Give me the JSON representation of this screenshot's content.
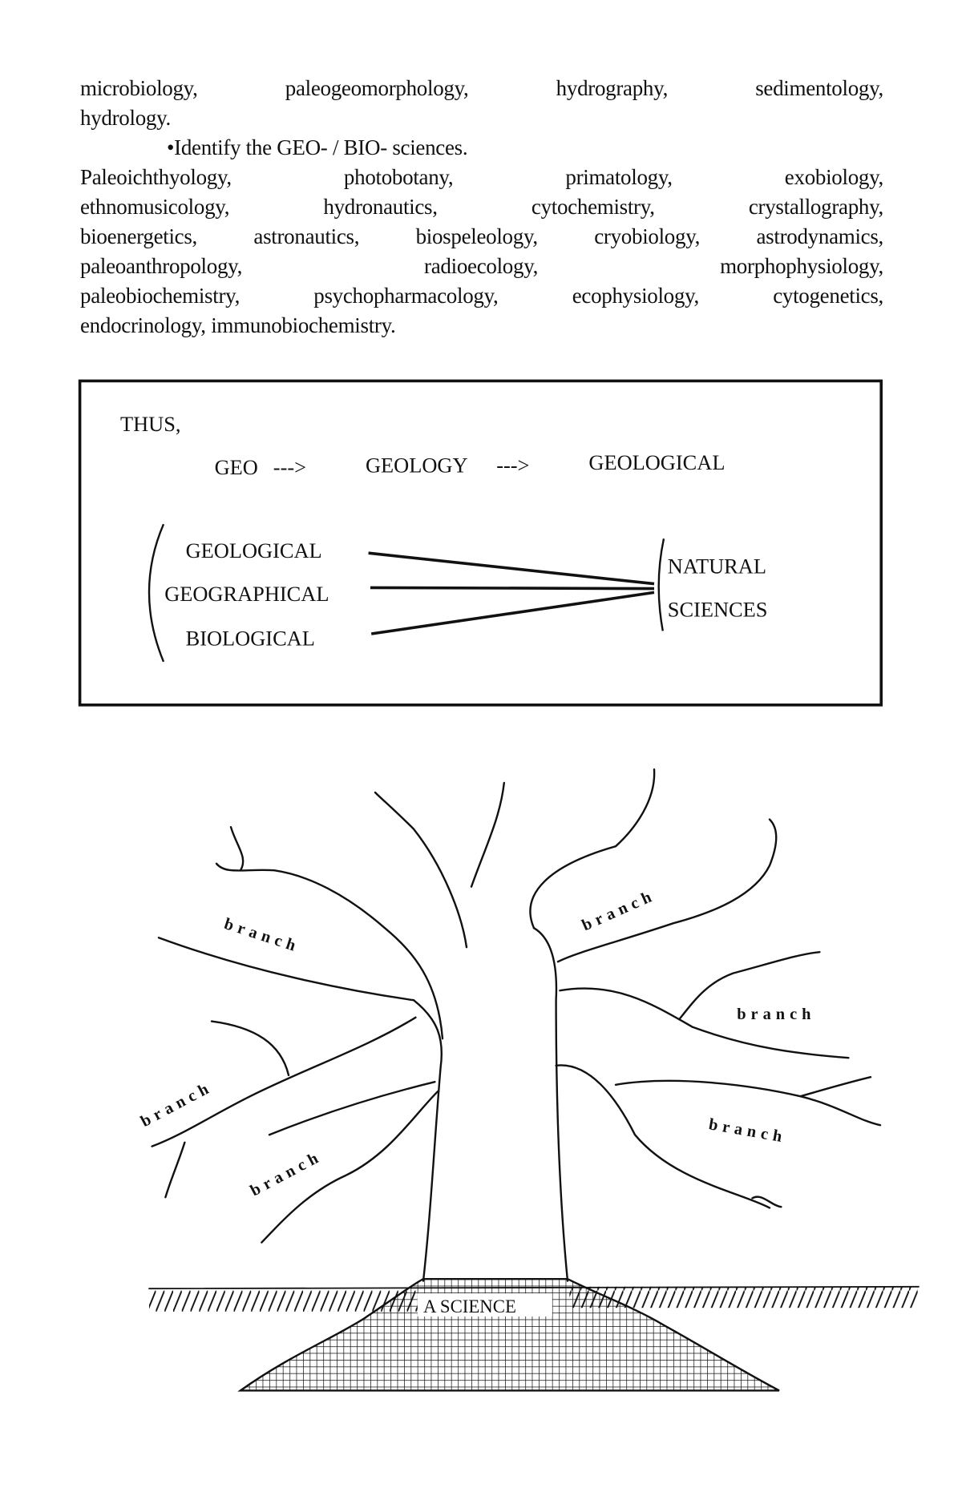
{
  "text_lines": [
    "microbiology, paleogeomorphology, hydrography, sedimentology,",
    "hydrology.",
    "•Identify the GEO- / BIO- sciences.",
    "Paleoichthyology, photobotany, primatology, exobiology,",
    "ethnomusicology, hydronautics, cytochemistry, crystallography,",
    "bioenergetics, astronautics, biospeleology, cryobiology, astrodynamics,",
    "paleoanthropology, radioecology, morphophysiology,",
    "paleobiochemistry, psychopharmacology, ecophysiology, cytogenetics,",
    "endocrinology, immunobiochemistry."
  ],
  "box": {
    "thus": "THUS,",
    "chain": [
      "GEO",
      "GEOLOGY",
      "GEOLOGICAL"
    ],
    "arrow": "--->",
    "inputs": [
      "GEOLOGICAL",
      "GEOGRAPHICAL",
      "BIOLOGICAL"
    ],
    "output": [
      "NATURAL",
      "SCIENCES"
    ]
  },
  "tree": {
    "branch_label": "branch",
    "root_label": "A SCIENCE"
  }
}
